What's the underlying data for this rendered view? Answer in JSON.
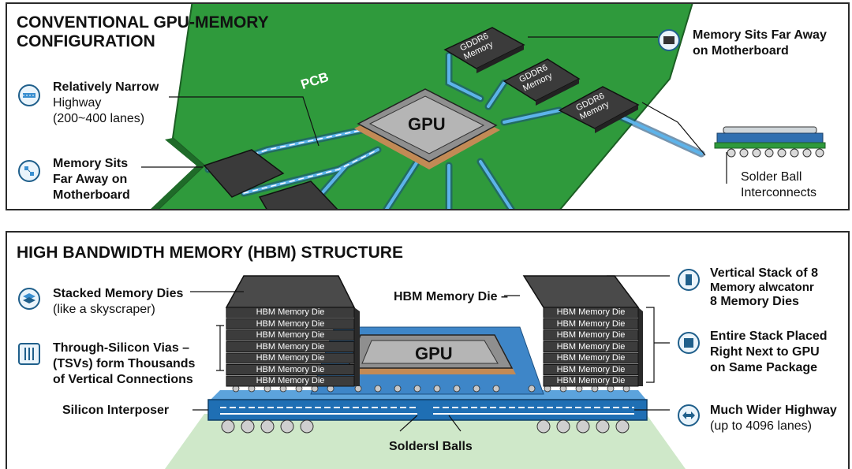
{
  "top_section": {
    "title_line1": "CONVENTIONAL GPU-MEMORY",
    "title_line2": "CONFIGURATION",
    "pcb_label": "PCB",
    "gpu_label": "GPU",
    "gddr_label_line1": "GDDR6",
    "gddr_label_line2": "Memory",
    "callouts": {
      "narrow_highway": [
        "Relatively Narrow",
        "Highway",
        "(200~400 lanes)"
      ],
      "far_away_left": [
        "Memory Sits",
        "Far Away on",
        "Motherboard"
      ],
      "far_away_right": [
        "Memory Sits Far Away",
        "on Motherboard"
      ],
      "solder_balls": [
        "Solder Ball",
        "Interconnects"
      ]
    },
    "icons": [
      "highway-icon",
      "memory-distance-icon",
      "memory-chip-icon"
    ]
  },
  "bottom_section": {
    "title": "HIGH BANDWIDTH MEMORY (HBM) STRUCTURE",
    "gpu_label": "GPU",
    "die_label": "HBM Memory Die",
    "callouts": {
      "stacked_dies": [
        "Stacked Memory Dies",
        "(like a skyscraper)"
      ],
      "tsv": [
        "Through-Silicon Vias –",
        "(TSVs) form Thousands",
        "of Vertical Connections"
      ],
      "silicon_interposer": "Silicon Interposer",
      "hbm_die": "HBM Memory Die –",
      "solder_balls": "Soldersl Balls",
      "vertical_stack": [
        "Vertical Stack of 8",
        "Memory alwcatonr",
        "8 Memory Dies"
      ],
      "placed_next": [
        "Entire Stack Placed",
        "Right Next to GPU",
        "on Same Package"
      ],
      "wider_highway": [
        "Much Wider Highway",
        "(up to 4096 lanes)"
      ]
    },
    "icons": [
      "layers-icon",
      "tsv-icon",
      "memory-stack-icon",
      "package-icon",
      "wide-arrow-icon"
    ]
  },
  "colors": {
    "pcb_green": "#2f9a3c",
    "trace_blue": "#3a8fd0",
    "interposer_blue": "#1f6fb4",
    "gpu_gray": "#9a9a9a",
    "die_dark": "#3c3c3c"
  }
}
